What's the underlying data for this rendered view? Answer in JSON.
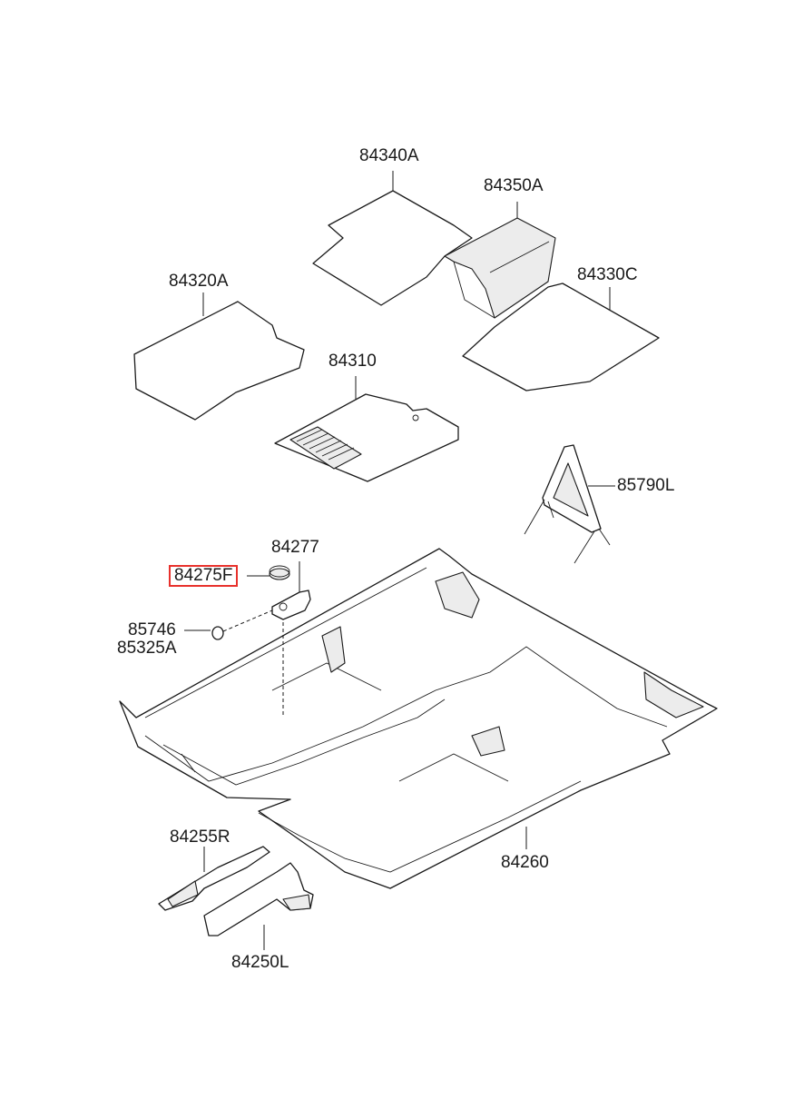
{
  "highlight_color": "#e8312c",
  "labels": {
    "p84340A": "84340A",
    "p84350A": "84350A",
    "p84320A": "84320A",
    "p84330C": "84330C",
    "p84310": "84310",
    "p85790L": "85790L",
    "p84277": "84277",
    "p84275F": "84275F",
    "p85746": "85746",
    "p85325A": "85325A",
    "p84255R": "84255R",
    "p84260": "84260",
    "p84250L": "84250L"
  }
}
